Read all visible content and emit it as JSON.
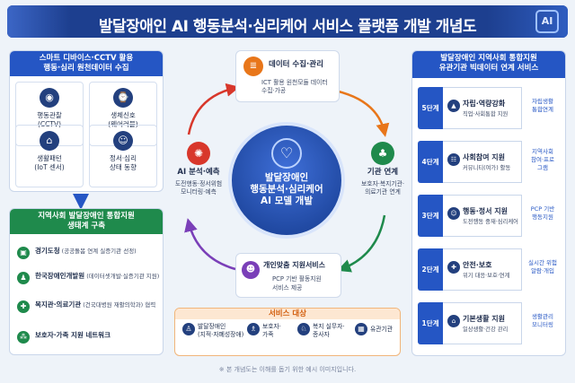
{
  "header": {
    "title": "발달장애인 AI 행동분석·심리케어 서비스 플랫폼 개발 개념도",
    "badge": "AI"
  },
  "left_top": {
    "title_line1": "스마트 디바이스·CCTV 활용",
    "title_line2": "행동·심리 원천데이터 수집",
    "items": [
      {
        "label1": "행동관찰",
        "label2": "(CCTV)",
        "icon": "cctv-icon"
      },
      {
        "label1": "생체신호",
        "label2": "(웨어러블)",
        "icon": "watch-icon"
      },
      {
        "label1": "생활패턴",
        "label2": "(IoT 센서)",
        "icon": "sensor-icon"
      },
      {
        "label1": "정서·심리",
        "label2": "상태 동향",
        "icon": "head-icon"
      }
    ]
  },
  "left_bottom": {
    "title_line1": "지역사회 발달장애인 통합지원",
    "title_line2": "생태계 구축",
    "items": [
      {
        "bold": "경기도청",
        "desc": " (공공돌봄 연계 실증기관 선정)"
      },
      {
        "bold": "한국장애인개발원",
        "desc": " (데이터셋개발·실증기관 지원)"
      },
      {
        "bold": "복지관·의료기관",
        "desc": " (건국대병원 재활의학과) 협력"
      },
      {
        "bold": "보호자·가족 지원 네트워크",
        "desc": ""
      }
    ]
  },
  "center": {
    "hub": "발달장애인 행동분석·심리케어 AI 모델 개발",
    "hub_line1": "발달장애인",
    "hub_line2": "행동분석·심리케어",
    "hub_line3": "AI 모델 개발",
    "top": {
      "title": "데이터 수집·관리",
      "desc1": "ICT 활용 원천모듈 데이터",
      "desc2": "수집·가공"
    },
    "left": {
      "title": "AI 분석·예측",
      "desc1": "도전행동·정서위험",
      "desc2": "모니터링·예측"
    },
    "right": {
      "title": "기관 연계",
      "desc1": "보호자·복지기관·",
      "desc2": "의료기관 연계"
    },
    "bottom": {
      "title": "개인맞춤 지원서비스",
      "desc1": "PCP 기반 활동지원",
      "desc2": "서비스 제공"
    }
  },
  "service": {
    "title": "서비스 대상",
    "items": [
      {
        "l1": "발달장애인",
        "l2": "(지적·자폐성장애)"
      },
      {
        "l1": "보호자·",
        "l2": "가족"
      },
      {
        "l1": "복지 실무자·",
        "l2": "종사자"
      },
      {
        "l1": "유관기관",
        "l2": ""
      }
    ]
  },
  "right": {
    "title_line1": "발달장애인 지역사회 통합지원",
    "title_line2": "유관기관 빅데이터 연계 서비스",
    "steps": [
      {
        "level": "5단계",
        "title": "자립·역량강화",
        "desc": "직업·사회통합 지원",
        "side1": "자립생활",
        "side2": "통합연계",
        "side3": ""
      },
      {
        "level": "4단계",
        "title": "사회참여 지원",
        "desc": "커뮤니티(여가) 활동",
        "side1": "지역사회",
        "side2": "참여·프로",
        "side3": "그램"
      },
      {
        "level": "3단계",
        "title": "행동·정서 지원",
        "desc": "도전행동 중재·심리케어",
        "side1": "PCP 기반",
        "side2": "행동지원",
        "side3": ""
      },
      {
        "level": "2단계",
        "title": "안전·보호",
        "desc": "위기 대응·보호·연계",
        "side1": "실시간 위험",
        "side2": "알람·개입",
        "side3": ""
      },
      {
        "level": "1단계",
        "title": "기본생활 지원",
        "desc": "일상생활·건강 관리",
        "side1": "생활관리",
        "side2": "모니터링",
        "side3": ""
      }
    ]
  },
  "footnote": "※ 본 개념도는 이해를 돕기 위한 예시 이미지입니다.",
  "colors": {
    "navy": "#1d3f8f",
    "blue": "#2556c4",
    "green": "#1f8a4c",
    "orange": "#e8761a",
    "red": "#d8372b",
    "purple": "#7a3fb8"
  }
}
